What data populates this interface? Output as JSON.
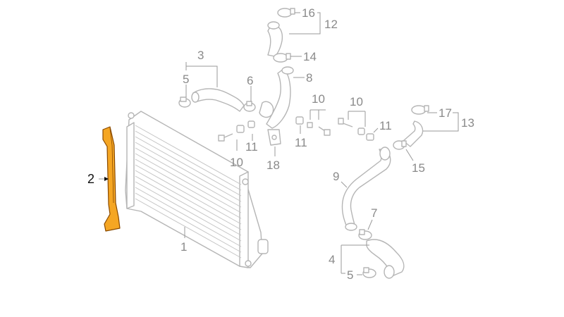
{
  "diagram": {
    "highlight_color": "#f5a623",
    "line_color": "#b5b5b5",
    "callouts": {
      "c1": "1",
      "c2": "2",
      "c3": "3",
      "c4": "4",
      "c5a": "5",
      "c5b": "5",
      "c6": "6",
      "c7": "7",
      "c8": "8",
      "c9": "9",
      "c10a": "10",
      "c10b": "10",
      "c10c": "10",
      "c11a": "11",
      "c11b": "11",
      "c11c": "11",
      "c12": "12",
      "c13": "13",
      "c14": "14",
      "c15": "15",
      "c16": "16",
      "c17": "17",
      "c18": "18"
    }
  }
}
